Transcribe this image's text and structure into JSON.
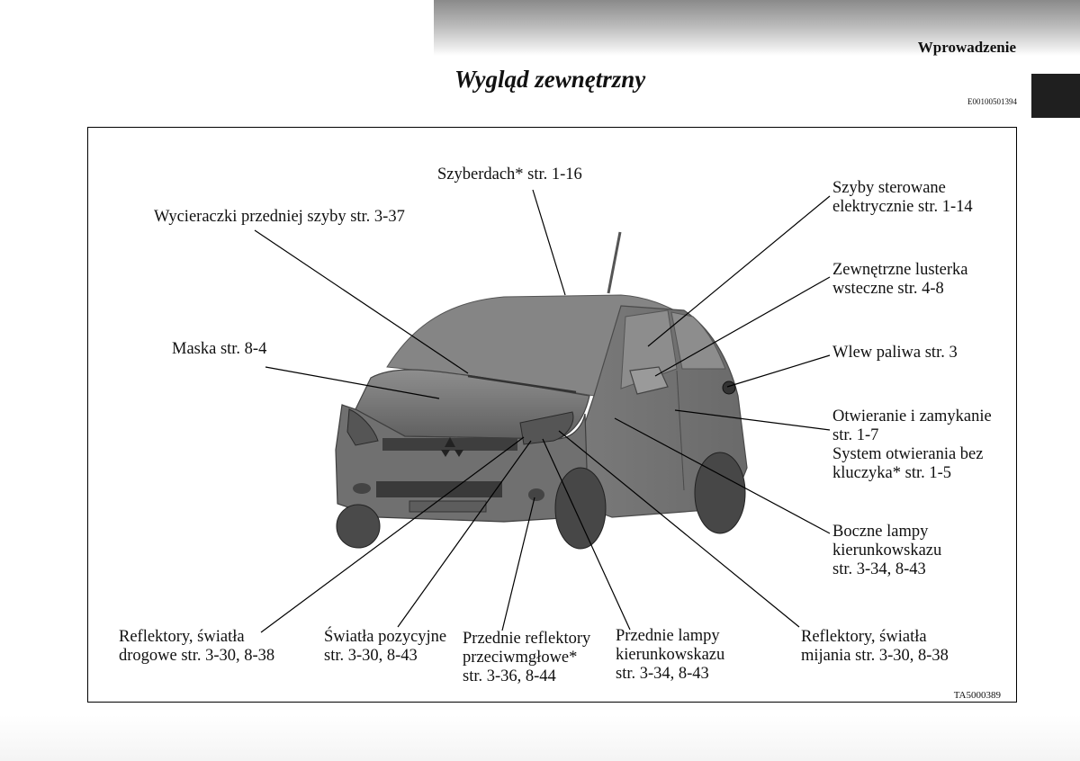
{
  "header": {
    "section": "Wprowadzenie",
    "title": "Wygląd zewnętrzny",
    "doc_code": "E00100501394"
  },
  "figure": {
    "code": "TA5000389",
    "callouts": {
      "sunroof": "Szyberdach* str. 1-16",
      "wipers": "Wycieraczki przedniej szyby str. 3-37",
      "windows": "Szyby sterowane\nelektrycznie str. 1-14",
      "mirrors": "Zewnętrzne lusterka\nwsteczne str. 4-8",
      "hood": "Maska str. 8-4",
      "fuel": "Wlew paliwa str. 3",
      "locking": "Otwieranie i zamykanie\nstr. 1-7\nSystem otwierania bez\nkluczyka* str. 1-5",
      "side_turn": "Boczne lampy\nkierunkowskazu\nstr. 3-34, 8-43",
      "high_beam": "Reflektory, światła\ndrogowe str. 3-30, 8-38",
      "position": "Światła pozycyjne\nstr. 3-30, 8-43",
      "fog": "Przednie reflektory\nprzeciwmgłowe*\nstr. 3-36, 8-44",
      "front_turn": "Przednie lampy\nkierunkowskazu\nstr. 3-34, 8-43",
      "low_beam": "Reflektory, światła\nmijania str. 3-30, 8-38"
    }
  }
}
